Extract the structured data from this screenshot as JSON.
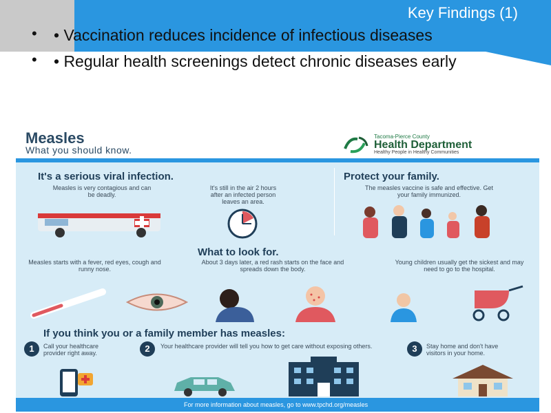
{
  "slide": {
    "title": "Key Findings (1)",
    "bullets": [
      "• Vaccination reduces incidence of infectious diseases",
      "• Regular health screenings detect chronic diseases early"
    ]
  },
  "poster": {
    "title": "Measles",
    "subtitle": "What you should know.",
    "logo": {
      "top_line": "Tacoma-Pierce County",
      "name": "Health Department",
      "tagline": "Healthy People in Healthy Communities"
    },
    "sections": {
      "serious": {
        "heading": "It's a serious viral infection.",
        "text1": "Measles is very contagious and can be deadly.",
        "text2": "It's still in the air 2 hours after an infected person leaves an area."
      },
      "protect": {
        "heading": "Protect your family.",
        "text": "The measles vaccine is safe and effective. Get your family immunized."
      },
      "look": {
        "heading": "What to look for.",
        "text1": "Measles starts with a fever, red eyes, cough and runny nose.",
        "text2": "About 3 days later, a red rash starts on the face and spreads down the body.",
        "text3": "Young children usually get the sickest and may need to go to the hospital."
      },
      "think": {
        "heading": "If you think you or a family member has measles:",
        "steps": [
          {
            "num": "1",
            "text": "Call your healthcare provider right away."
          },
          {
            "num": "2",
            "text": "Your healthcare provider will tell you how to get care without exposing others."
          },
          {
            "num": "3",
            "text": "Stay home and don't have visitors in your home."
          }
        ]
      }
    },
    "footer": "For more information about measles, go to www.tpchd.org/measles"
  },
  "colors": {
    "band_blue": "#2a96e0",
    "poster_bg": "#d7ecf7",
    "navy_text": "#1f3e58",
    "dept_green": "#1f5f38"
  }
}
